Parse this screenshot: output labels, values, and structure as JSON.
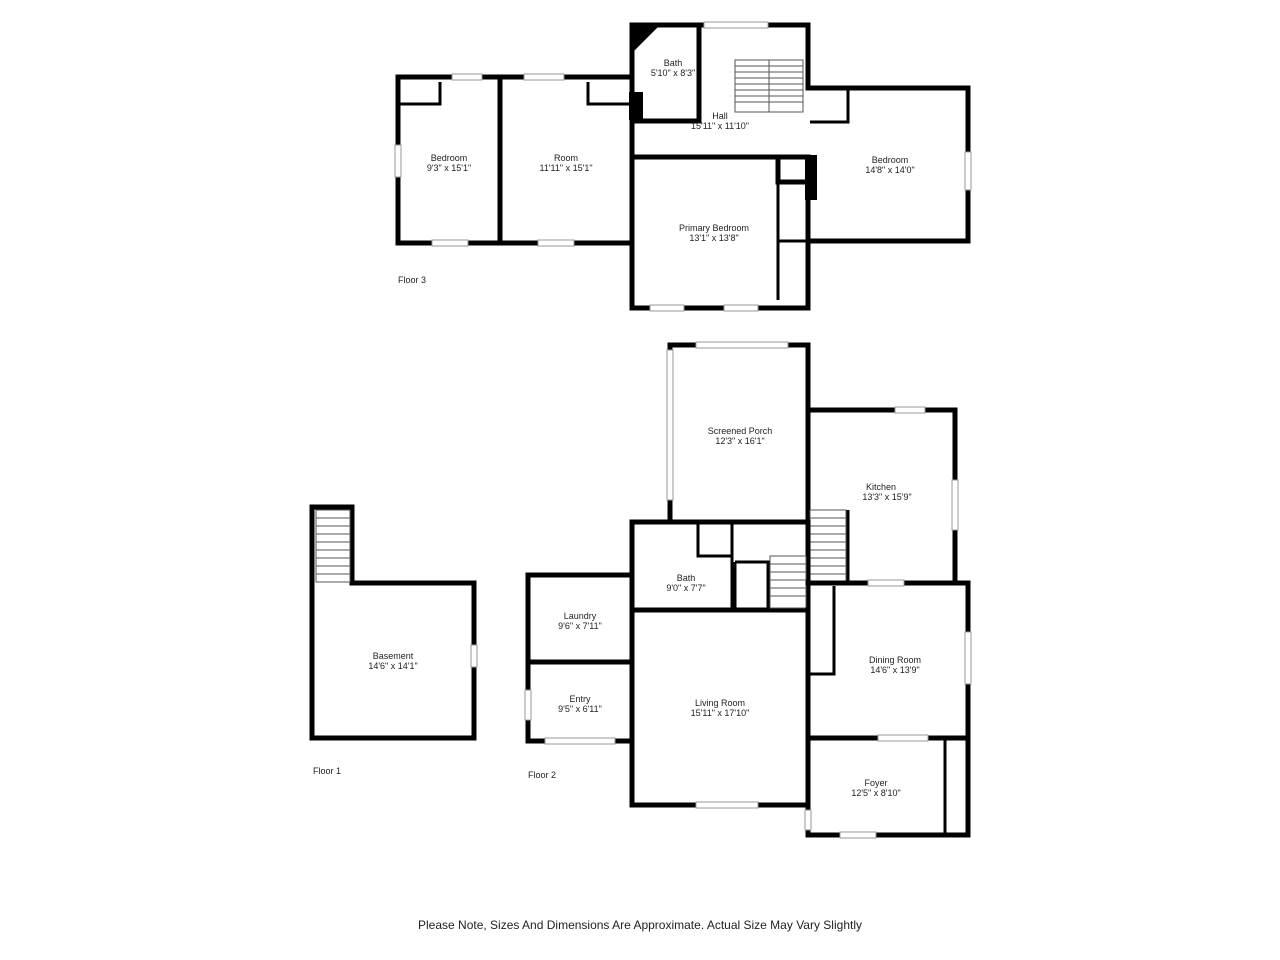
{
  "floors": [
    {
      "label": "Floor 3",
      "rooms": [
        {
          "name": "Bath",
          "dim": "5'10\" x 8'3\""
        },
        {
          "name": "Hall",
          "dim": "15'11\" x 11'10\""
        },
        {
          "name": "Bedroom",
          "dim": "9'3\" x 15'1\""
        },
        {
          "name": "Room",
          "dim": "11'11\" x 15'1\""
        },
        {
          "name": "Bedroom",
          "dim": "14'8\" x 14'0\""
        },
        {
          "name": "Primary Bedroom",
          "dim": "13'1\" x 13'8\""
        }
      ]
    },
    {
      "label": "Floor 2",
      "rooms": [
        {
          "name": "Screened Porch",
          "dim": "12'3\" x 16'1\""
        },
        {
          "name": "Kitchen",
          "dim": "13'3\" x 15'9\""
        },
        {
          "name": "Bath",
          "dim": "9'0\" x 7'7\""
        },
        {
          "name": "Laundry",
          "dim": "9'6\" x 7'11\""
        },
        {
          "name": "Dining Room",
          "dim": "14'6\" x 13'9\""
        },
        {
          "name": "Entry",
          "dim": "9'5\" x 6'11\""
        },
        {
          "name": "Living Room",
          "dim": "15'11\" x 17'10\""
        },
        {
          "name": "Foyer",
          "dim": "12'5\" x 8'10\""
        }
      ]
    },
    {
      "label": "Floor 1",
      "rooms": [
        {
          "name": "Basement",
          "dim": "14'6\" x 14'1\""
        }
      ]
    }
  ],
  "note": "Please Note, Sizes And Dimensions Are Approximate. Actual Size May Vary Slightly"
}
